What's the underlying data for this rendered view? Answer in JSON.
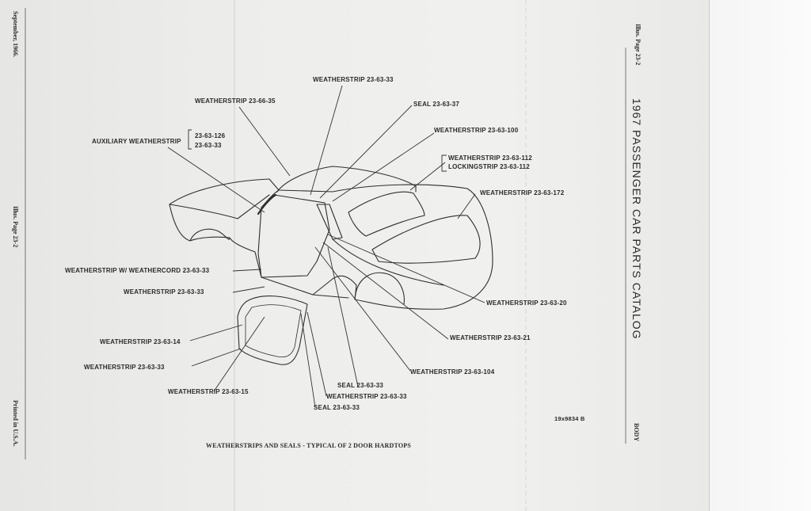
{
  "labels": {
    "ws_23_63_33_top": "WEATHERSTRIP 23-63-33",
    "ws_23_66_35": "WEATHERSTRIP 23-66-35",
    "seal_23_63_37": "SEAL 23-63-37",
    "ws_23_63_100": "WEATHERSTRIP 23-63-100",
    "aux_ws": "AUXILIARY WEATHERSTRIP",
    "aux_code_1": "23-63-126",
    "aux_code_2": "23-63-33",
    "ws_23_63_112": "WEATHERSTRIP 23-63-112",
    "lockingstrip": "LOCKINGSTRIP 23-63-112",
    "ws_23_63_172": "WEATHERSTRIP 23-63-172",
    "ws_weathercord": "WEATHERSTRIP W/ WEATHERCORD 23-63-33",
    "ws_23_63_33_mid": "WEATHERSTRIP 23-63-33",
    "ws_23_63_20": "WEATHERSTRIP 23-63-20",
    "ws_23_63_14": "WEATHERSTRIP 23-63-14",
    "ws_23_63_21": "WEATHERSTRIP 23-63-21",
    "ws_23_63_33_low": "WEATHERSTRIP 23-63-33",
    "ws_23_63_104": "WEATHERSTRIP 23-63-104",
    "seal_23_63_33_a": "SEAL 23-63-33",
    "ws_23_63_15": "WEATHERSTRIP 23-63-15",
    "ws_23_63_33_bottom": "WEATHERSTRIP 23-63-33",
    "seal_23_63_33_b": "SEAL 23-63-33"
  },
  "figure_number": "19x9834 B",
  "caption": "WEATHERSTRIPS AND SEALS - TYPICAL OF 2 DOOR HARDTOPS",
  "side_right": {
    "illus_page": "Illus. Page 23-2",
    "catalog_title": "1967 PASSENGER CAR PARTS CATALOG",
    "section": "BODY"
  },
  "side_left": {
    "date": "September, 1966.",
    "illus_page": "Illus. Page 23-2",
    "printed": "Printed in U.S.A."
  },
  "colors": {
    "ink": "#2a2a2a",
    "paper": "#ececea"
  }
}
